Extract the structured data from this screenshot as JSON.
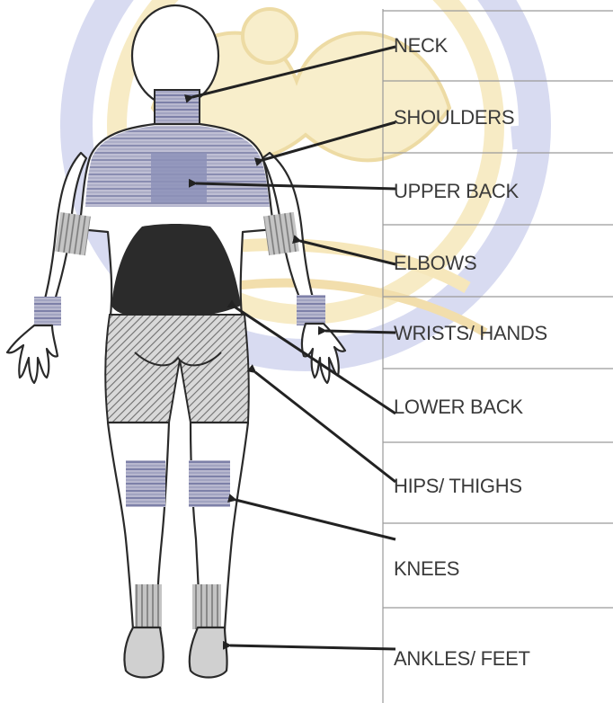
{
  "labels": [
    {
      "id": "neck",
      "text": "NECK"
    },
    {
      "id": "shoulders",
      "text": "SHOULDERS"
    },
    {
      "id": "upper-back",
      "text": "UPPER BACK"
    },
    {
      "id": "elbows",
      "text": "ELBOWS"
    },
    {
      "id": "wrists-hands",
      "text": "WRISTS/ HANDS"
    },
    {
      "id": "lower-back",
      "text": "LOWER BACK"
    },
    {
      "id": "hips-thighs",
      "text": "HIPS/ THIGHS"
    },
    {
      "id": "knees",
      "text": "KNEES"
    },
    {
      "id": "ankles-feet",
      "text": "ANKLES/ FEET"
    }
  ],
  "colors": {
    "watermark": "#e8c66a",
    "watermark_blue": "#9aa3d6",
    "shade_dark": "#2b2b2b",
    "shade_stripe": "#8a8ec0",
    "hatch": "#6f6f6f"
  }
}
